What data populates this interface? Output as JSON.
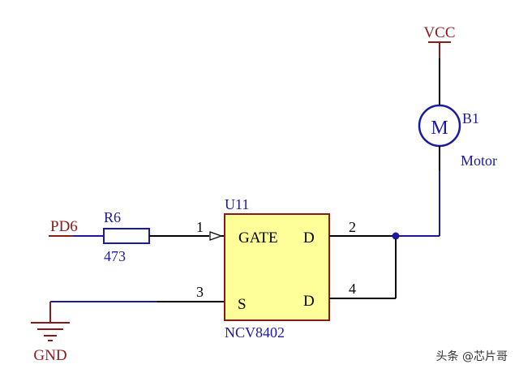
{
  "schematic": {
    "nets": {
      "vcc": "VCC",
      "gnd": "GND",
      "input": "PD6"
    },
    "resistor": {
      "ref": "R6",
      "value": "473"
    },
    "motor": {
      "ref": "B1",
      "symbol": "M",
      "name": "Motor"
    },
    "mosfet": {
      "ref": "U11",
      "part": "NCV8402",
      "pins": {
        "gate": {
          "number": "1",
          "label": "GATE"
        },
        "drain_a": {
          "number": "2",
          "label": "D"
        },
        "source": {
          "number": "3",
          "label": "S"
        },
        "drain_b": {
          "number": "4",
          "label": "D"
        }
      }
    }
  },
  "watermark": "头条 @芯片哥",
  "colors": {
    "wire": "#1a1aa0",
    "pin": "#000000",
    "power": "#8b1a1a",
    "ic_fill": "#ffff99",
    "ic_border": "#8b1a1a",
    "motor_circle": "#1a1aa0",
    "label_blue": "#1a1aa0",
    "label_red": "#8b1a1a",
    "text_black": "#000000"
  }
}
